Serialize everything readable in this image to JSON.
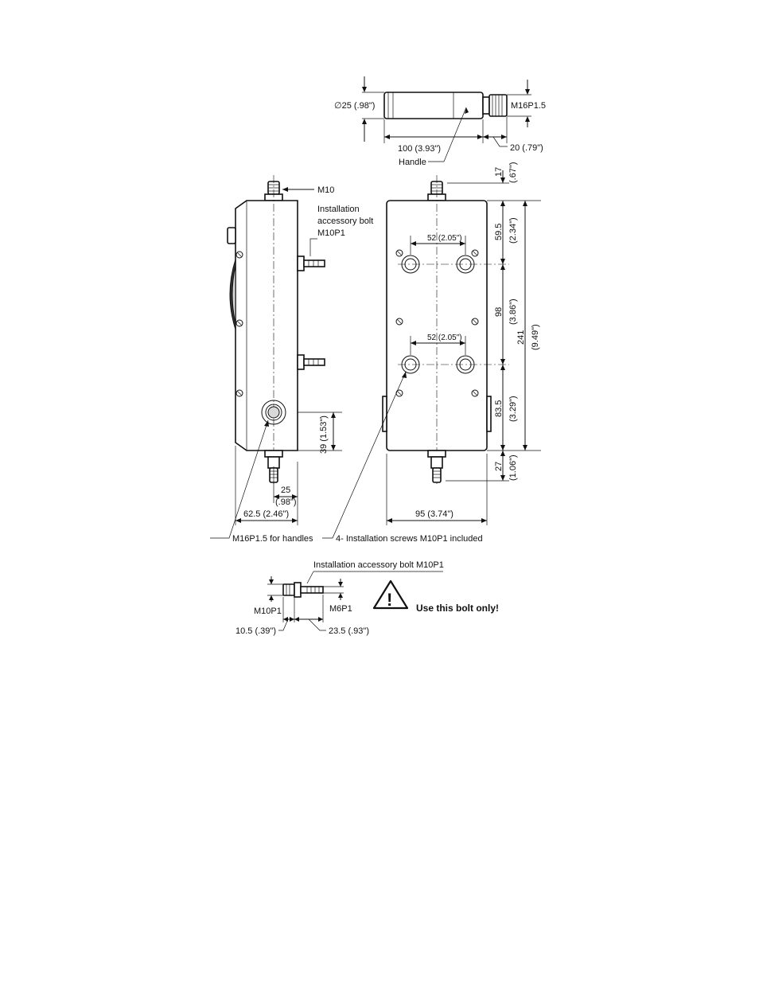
{
  "handle": {
    "diameter": "∅25 (.98\")",
    "thread": "M16P1.5",
    "length": "100 (3.93\")",
    "end_length": "20 (.79\")",
    "label": "Handle"
  },
  "side_view": {
    "top_thread": "M10",
    "bolt_label_line1": "Installation",
    "bolt_label_line2": "accessory bolt",
    "bolt_label_line3": "M10P1",
    "hole_offset": "39 (1.53\")",
    "hole_x": "25",
    "hole_x_in": "(.98\")",
    "depth": "62.5 (2.46\")",
    "handle_thread_note": "M16P1.5 for handles"
  },
  "front_view": {
    "top_offset": "17",
    "top_offset_in": "(.67\")",
    "upper_gap": "59.5",
    "upper_gap_in": "(2.34\")",
    "upper_spacing": "52 (2.05\")",
    "hole_pitch": "98",
    "hole_pitch_in": "(3.86\")",
    "overall": "241",
    "overall_in": "(9.49\")",
    "lower_spacing": "52 (2.05\")",
    "lower_gap": "83.5",
    "lower_gap_in": "(3.29\")",
    "bottom_offset": "27",
    "bottom_offset_in": "(1.06\")",
    "width": "95 (3.74\")",
    "screws_note": "4- Installation screws M10P1 included"
  },
  "bolt_detail": {
    "title": "Installation accessory bolt M10P1",
    "left_thread": "M10P1",
    "right_thread": "M6P1",
    "head_length": "10.5 (.39\")",
    "shaft_length": "23.5 (.93\")",
    "warning_symbol": "!",
    "warning": "Use this bolt only!",
    "warning_icon": "warning-triangle-icon"
  }
}
